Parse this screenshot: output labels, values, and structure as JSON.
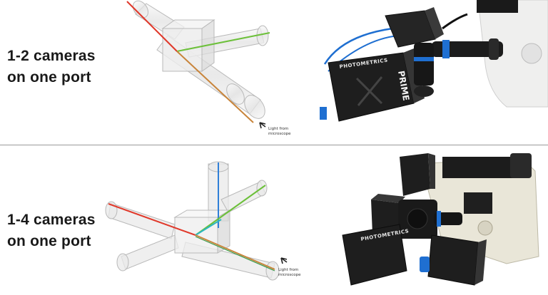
{
  "top": {
    "caption_line1": "1-2 cameras",
    "caption_line2": "on one port",
    "diagram_label_line1": "Light from",
    "diagram_label_line2": "microscope",
    "camera_brand": "PHOTOMETRICS",
    "camera_model": "PRIME"
  },
  "bottom": {
    "caption_line1": "1-4 cameras",
    "caption_line2": "on one port",
    "diagram_label_line1": "Light from",
    "diagram_label_line2": "microscope",
    "camera_brand": "PHOTOMETRICS"
  },
  "colors": {
    "beam_red": "#e0392b",
    "beam_green": "#6cc03a",
    "beam_orange": "#c8843a",
    "beam_blue": "#2f7fd8",
    "beam_cyan": "#2bb7c0",
    "camera_body": "#1e1e1e",
    "accent_blue": "#1f6fd1",
    "microscope": "#e9e6d8"
  }
}
